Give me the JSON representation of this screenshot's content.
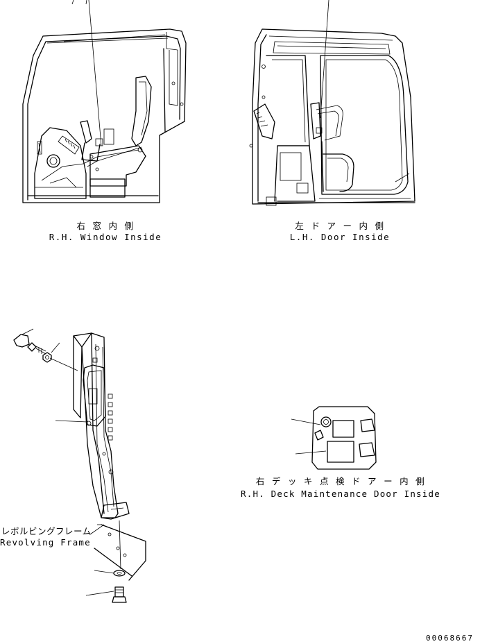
{
  "views": {
    "rh_window": {
      "label_ja": "右 窓 内 側",
      "label_en": "R.H. Window Inside"
    },
    "lh_door": {
      "label_ja": "左 ド ア ー 内 側",
      "label_en": "L.H. Door Inside"
    },
    "rh_deck": {
      "label_ja": "右 デ ッ キ 点 検 ド ア ー 内 側",
      "label_en": "R.H. Deck Maintenance Door Inside"
    }
  },
  "callouts": {
    "revolving_frame_ja": "レボルビングフレーム",
    "revolving_frame_en": "Revolving Frame"
  },
  "drawing_number": "00068667"
}
